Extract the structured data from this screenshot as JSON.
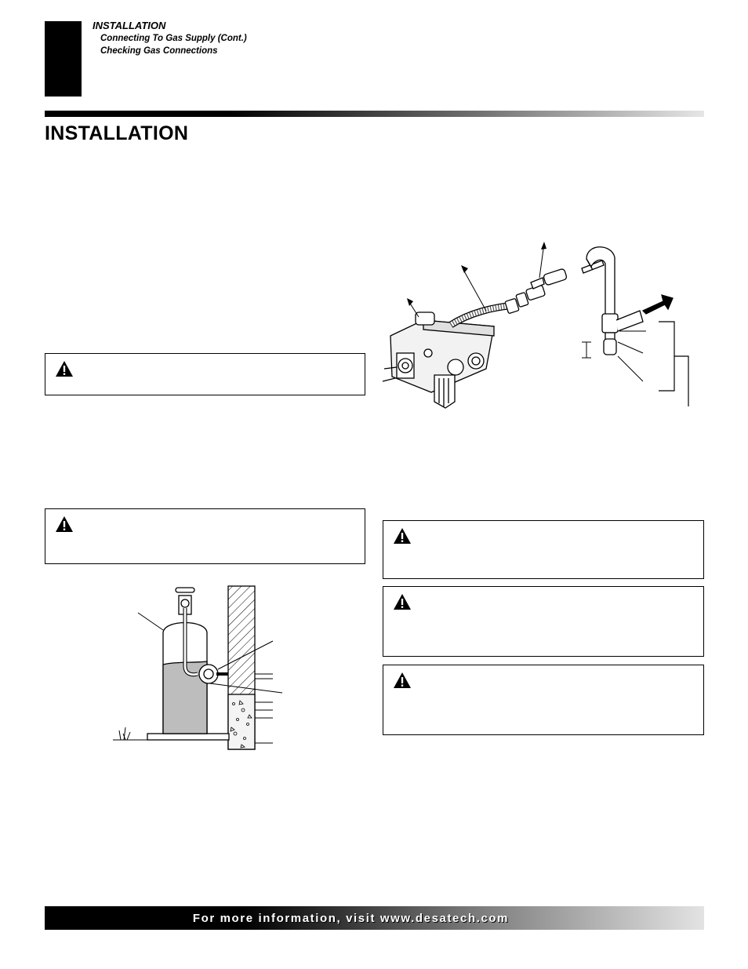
{
  "header": {
    "section": "INSTALLATION",
    "subsections": [
      "Connecting To Gas Supply (Cont.)",
      "Checking Gas Connections"
    ]
  },
  "page_title": "INSTALLATION",
  "footer": {
    "text": "For more information, visit www.desatech.com"
  },
  "icons": [
    "warning-triangle-icon",
    "arrow-icon"
  ]
}
